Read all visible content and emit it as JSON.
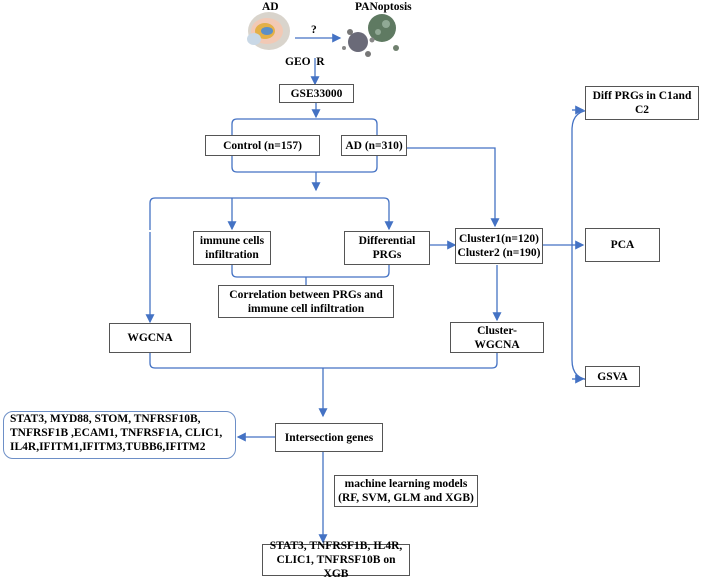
{
  "header": {
    "ad_label": "AD",
    "panoptosis_label": "PANoptosis",
    "question_mark": "?",
    "geo_r_label": "GEO  R"
  },
  "icons": {
    "brain": "brain-icon",
    "cell": "panoptosis-cell-icon"
  },
  "nodes": {
    "dataset": "GSE33000",
    "control": "Control (n=157)",
    "ad": "AD (n=310)",
    "immune_line1": "immune cells",
    "immune_line2": "infiltration",
    "diff_line1": "Differential",
    "diff_line2": "PRGs",
    "corr_line1": "Correlation between PRGs and",
    "corr_line2": "immune cell infiltration",
    "wgcna": "WGCNA",
    "cluster_line1": "Cluster1(n=120)",
    "cluster_line2": "Cluster2 (n=190)",
    "cluster_wgcna_line1": "Cluster-",
    "cluster_wgcna_line2": "WGCNA",
    "diff_c1c2_line1": "Diff PRGs in C1and",
    "diff_c1c2_line2": "C2",
    "pca": "PCA",
    "gsva": "GSVA",
    "intersection": "Intersection genes",
    "genes_line1": "STAT3, MYD88, STOM, TNFRSF10B,",
    "genes_line2": "TNFRSF1B ,ECAM1, TNFRSF1A, CLIC1,",
    "genes_line3": "IL4R,IFITM1,IFITM3,TUBB6,IFITM2",
    "ml_line1": "machine learning models",
    "ml_line2": "(RF, SVM, GLM and XGB)",
    "final_line1": "STAT3, TNFRSF1B, IL4R,",
    "final_line2": "CLIC1, TNFRSF10B on XGB"
  },
  "colors": {
    "arrow": "#4472c4",
    "box_border": "#555555",
    "gene_box_border": "#6d8fc7"
  }
}
